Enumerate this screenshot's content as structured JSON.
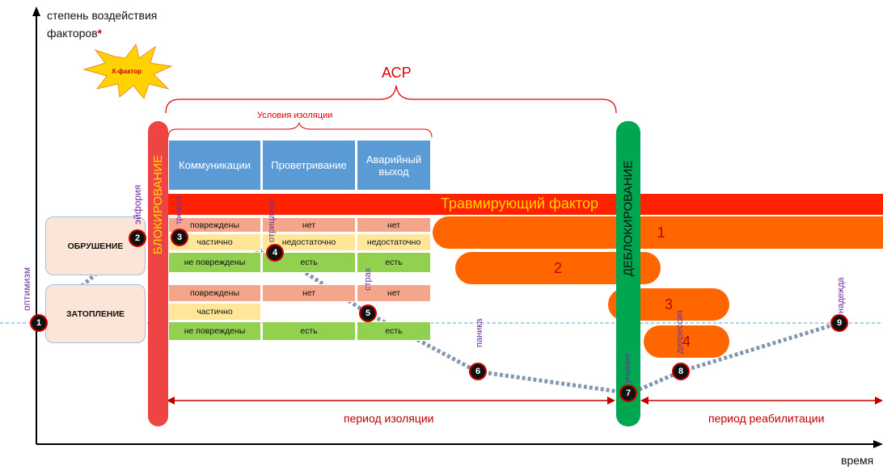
{
  "axes": {
    "y_label_line1": "степень воздействия",
    "y_label_line2": "факторов",
    "y_label_star": "*",
    "x_label": "время"
  },
  "xfactor": "Х-фактор",
  "asr_label": "АСР",
  "isolation_conditions_label": "Условия изоляции",
  "blocking_label": "БЛОКИРОВАНИЕ",
  "deblocking_label": "ДЕБЛОКИРОВАНИЕ",
  "trauma_label": "Травмирующий фактор",
  "columns": [
    "Коммуникации",
    "Проветривание",
    "Аварийный выход"
  ],
  "scenarios": [
    "ОБРУШЕНИЕ",
    "ЗАТОПЛЕНИЕ"
  ],
  "collapse_rows": [
    [
      "повреждены",
      "нет",
      "нет"
    ],
    [
      "частично",
      "недостаточно",
      "недостаточно"
    ],
    [
      "не повреждены",
      "есть",
      "есть"
    ]
  ],
  "flood_rows": [
    [
      "повреждены",
      "нет",
      "нет"
    ],
    [
      "частично",
      "",
      ""
    ],
    [
      "не повреждены",
      "есть",
      "есть"
    ]
  ],
  "bars": [
    "1",
    "2",
    "3",
    "4"
  ],
  "points": [
    "1",
    "2",
    "3",
    "4",
    "5",
    "6",
    "7",
    "8",
    "9"
  ],
  "states": {
    "optimism": "оптимизм",
    "euphoria": "эйфория",
    "anxiety": "тревога",
    "denial": "отрицание",
    "fear": "страх",
    "panic": "паника",
    "despondency": "уныние",
    "depression": "депрессия",
    "hope": "надежда"
  },
  "periods": {
    "isolation": "период изоляции",
    "rehabilitation": "период реабилитации"
  },
  "colors": {
    "axis": "#000000",
    "blocking": "#ee4444",
    "blocking_text": "#ffd700",
    "deblocking": "#00a650",
    "trauma": "#ff2200",
    "bars": "#ff6600",
    "header": "#5b9bd5",
    "asr": "#e00000",
    "states": "#7030a0"
  }
}
